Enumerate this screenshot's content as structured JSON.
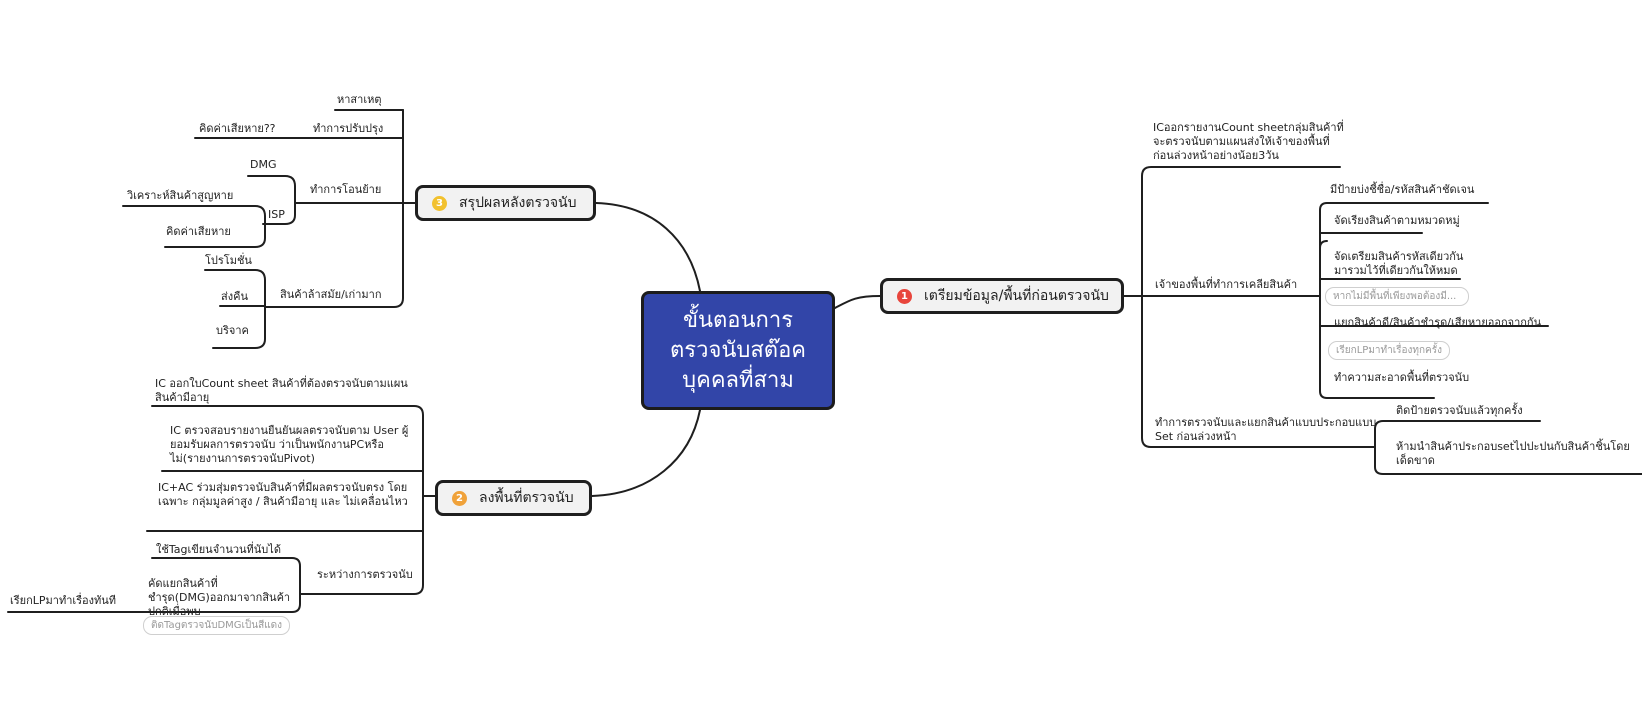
{
  "center": {
    "title": "ขั้นตอนการ\nตรวจนับสต๊อค\nบุคคลที่สาม"
  },
  "branches": {
    "prepare": {
      "badge": "1",
      "badge_color": "#e8453c",
      "label": "เตรียมข้อมูล/พื้นที่ก่อนตรวจนับ",
      "ic_report": "ICออกรายงานCount sheetกลุ่มสินค้าที่จะตรวจนับตามแผนส่งให้เจ้าของพื้นที่ก่อนล่วงหน้าอย่างน้อย3วัน",
      "owner_clear": "เจ้าของพื้นที่ทำการเคลียสินค้า",
      "owner_items": {
        "sign": "มีป้ายบ่งชี้ชื่อ/รหัสสินค้าชัดเจน",
        "sort": "จัดเรียงสินค้าตามหมวดหมู่",
        "same_code": "จัดเตรียมสินค้ารหัสเดียวกันมารวมไว้ที่เดียวกันให้หมด",
        "no_space_pill": "หากไม่มีพื้นที่เพียงพอต้องมี...",
        "separate_damaged": "แยกสินค้าดี/สินค้าชำรุด/เสียหายออกจากกัน",
        "call_lp_pill": "เรียกLPมาทำเรื่องทุกครั้ง",
        "clean": "ทำความสะอาดพื้นที่ตรวจนับ"
      },
      "count_set": "ทำการตรวจนับและแยกสินค้าแบบประกอบแบบ Set ก่อนล่วงหน้า",
      "count_set_items": {
        "label_counted": "ติดป้ายตรวจนับแล้วทุกครั้ง",
        "no_mix": "ห้ามนำสินค้าประกอบsetไปปะปนกับสินค้าชิ้นโดยเด็ดขาด"
      }
    },
    "field": {
      "badge": "2",
      "badge_color": "#f0a23a",
      "label": "ลงพื้นที่ตรวจนับ",
      "ic_countsheet": "IC ออกใบCount sheet สินค้าที่ต้องตรวจนับตามแผน สินค้ามีอายุ",
      "ic_verify": "IC ตรวจสอบรายงานยืนยันผลตรวจนับตาม User ผู้ยอมรับผลการตรวจนับ ว่าเป็นพนักงานPCหรือไม่(รายงานการตรวจนับPivot)",
      "ic_ac_random": "IC+AC ร่วมสุ่มตรวจนับสินค้าที่มีผลตรวจนับตรง โดยเฉพาะ กลุ่มมูลค่าสูง / สินค้ามีอายุ และ ไม่เคลื่อนไหว",
      "during": "ระหว่างการตรวจนับ",
      "during_items": {
        "use_tag": "ใช้Tagเขียนจำนวนที่นับได้",
        "separate_dmg": "คัดแยกสินค้าที่ชำรุด(DMG)ออกมาจากสินค้าปกติเมื่อพบ",
        "call_lp_now": "เรียกLPมาทำเรื่องทันที",
        "red_tag_pill": "ติดTagตรวจนับDMGเป็นสีแดง"
      }
    },
    "summary": {
      "badge": "3",
      "badge_color": "#f2c12e",
      "label": "สรุปผลหลังตรวจนับ",
      "find_cause": "หาสาเหตุ",
      "improve": "ทำการปรับปรุง",
      "calc_loss_q": "คิดค่าเสียหาย??",
      "transfer": "ทำการโอนย้าย",
      "dmg": "DMG",
      "isp": "ISP",
      "analyze_lost": "วิเคราะห์สินค้าสูญหาย",
      "calc_loss": "คิดค่าเสียหาย",
      "obsolete": "สินค้าล้าสมัย/เก่ามาก",
      "promotion": "โปรโมชั่น",
      "return": "ส่งคืน",
      "donate": "บริจาค"
    }
  }
}
